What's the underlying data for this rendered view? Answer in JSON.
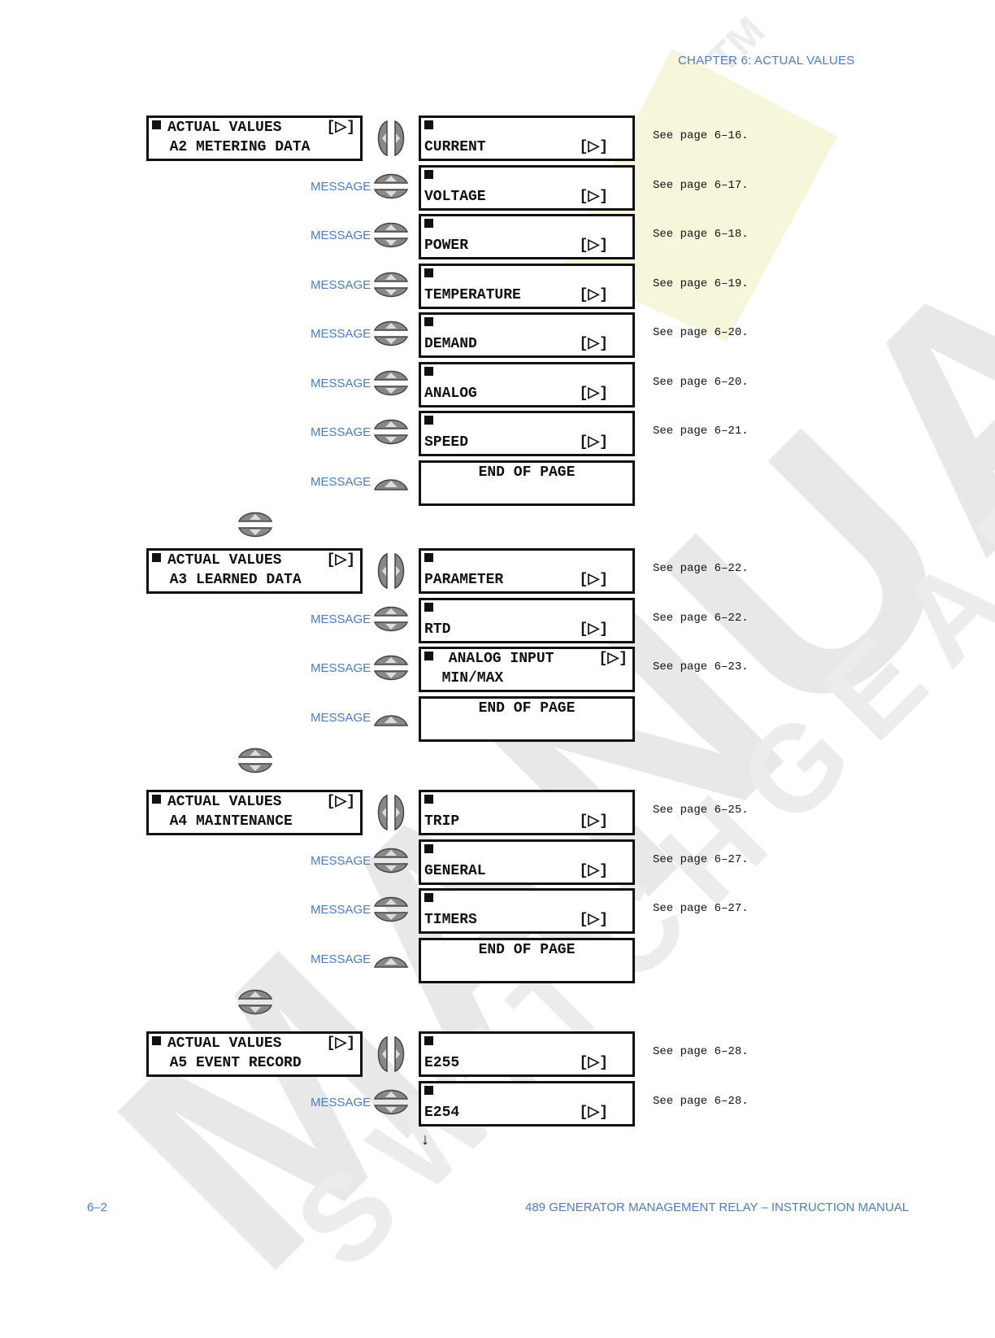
{
  "header": {
    "chapter": "CHAPTER 6: ACTUAL VALUES"
  },
  "footer": {
    "page": "6–2",
    "manual": "489 GENERATOR MANAGEMENT RELAY – INSTRUCTION MANUAL"
  },
  "watermark": {
    "big": "M A N U A L",
    "small": "SWITCHGEAR",
    "tm": "TM"
  },
  "message_label": "MESSAGE",
  "arrow_symbol": "[▷]",
  "end_of_page": "END OF PAGE",
  "down_arrow": "↓",
  "groups": [
    {
      "title_line1": "ACTUAL VALUES",
      "title_line2": "A2 METERING DATA",
      "items": [
        {
          "label": "CURRENT",
          "see": "See page 6–16."
        },
        {
          "label": "VOLTAGE",
          "see": "See page 6–17."
        },
        {
          "label": "POWER",
          "see": "See page 6–18."
        },
        {
          "label": "TEMPERATURE",
          "see": "See page 6–19."
        },
        {
          "label": "DEMAND",
          "see": "See page 6–20."
        },
        {
          "label": "ANALOG",
          "see": "See page 6–20."
        },
        {
          "label": "SPEED",
          "see": "See page 6–21."
        }
      ]
    },
    {
      "title_line1": "ACTUAL VALUES",
      "title_line2": "A3 LEARNED DATA",
      "items": [
        {
          "label": "PARAMETER",
          "see": "See page 6–22."
        },
        {
          "label": "RTD",
          "see": "See page 6–22."
        },
        {
          "label_line1": "ANALOG INPUT",
          "label_line2": "MIN/MAX",
          "see": "See page 6–23."
        }
      ]
    },
    {
      "title_line1": "ACTUAL VALUES",
      "title_line2": "A4 MAINTENANCE",
      "items": [
        {
          "label": "TRIP",
          "see": "See page 6–25."
        },
        {
          "label": "GENERAL",
          "see": "See page 6–27."
        },
        {
          "label": "TIMERS",
          "see": "See page 6–27."
        }
      ]
    },
    {
      "title_line1": "ACTUAL VALUES",
      "title_line2": "A5 EVENT RECORD",
      "items": [
        {
          "label": "E255",
          "see": "See page 6–28."
        },
        {
          "label": "E254",
          "see": "See page 6–28."
        }
      ]
    }
  ]
}
